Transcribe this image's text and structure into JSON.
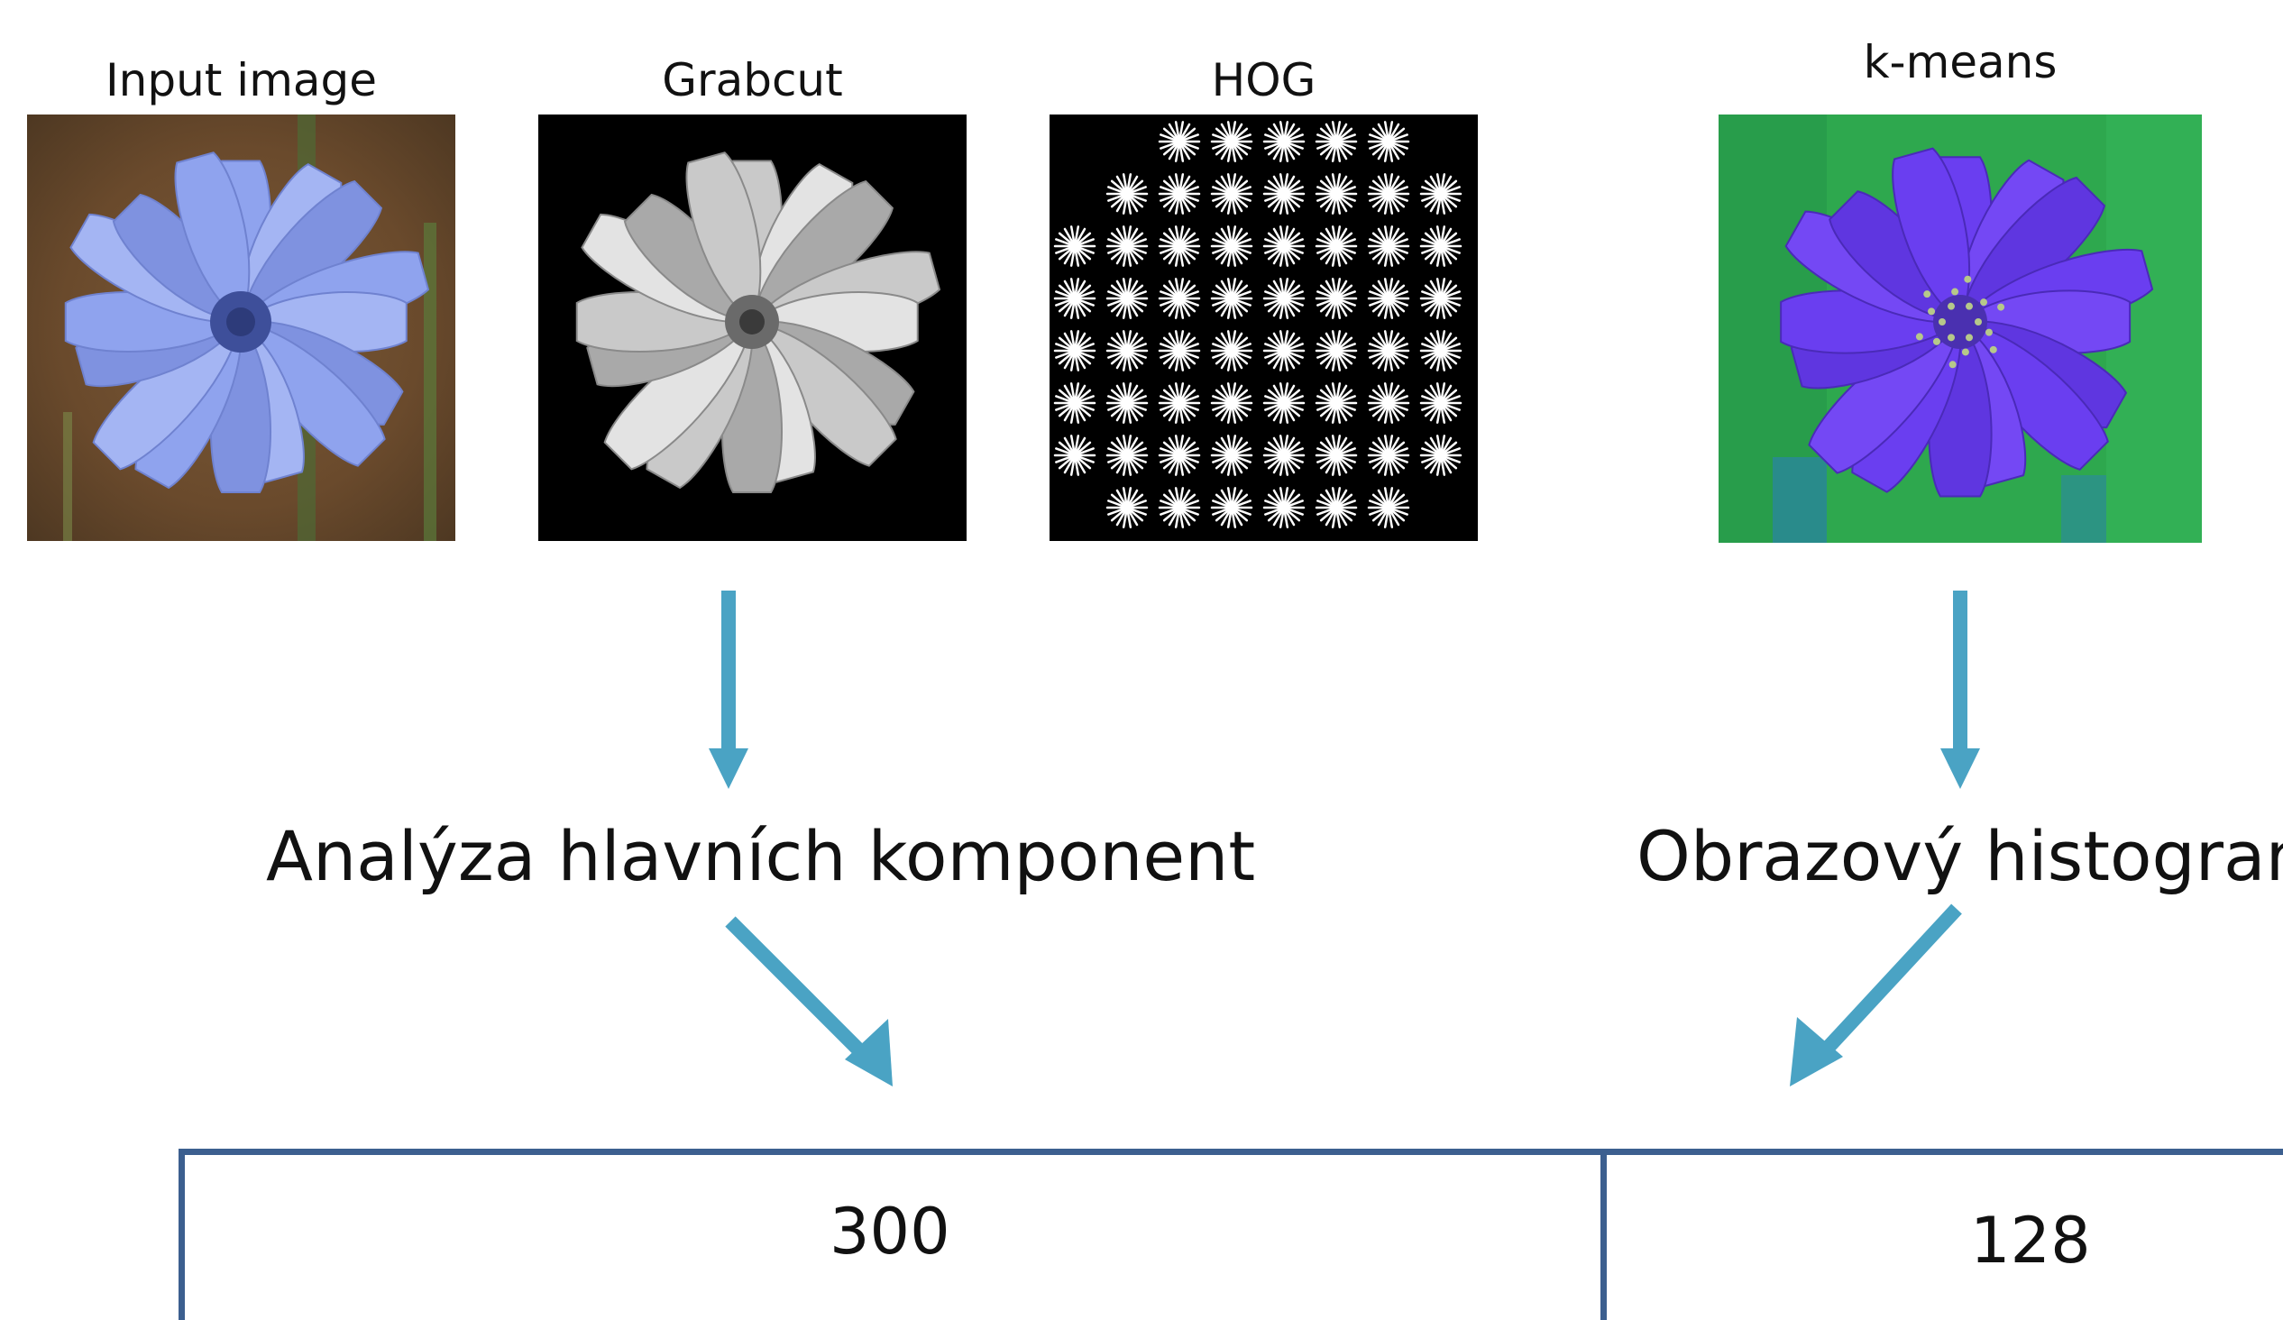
{
  "panels": {
    "input": {
      "title": "Input image"
    },
    "grabcut": {
      "title": "Grabcut"
    },
    "hog": {
      "title": "HOG"
    },
    "kmeans": {
      "title": "k-means"
    }
  },
  "labels": {
    "pca": "Analýza hlavních komponent",
    "histogram": "Obrazový histogram"
  },
  "feature_vector": {
    "left_value": "300",
    "right_value": "128"
  },
  "colors": {
    "arrow": "#4aa3c4",
    "table_border": "#3c5f8f",
    "flower_blue": "#8fa3ee",
    "kmeans_purple": "#6a3ef0",
    "kmeans_green": "#2ea84e"
  }
}
